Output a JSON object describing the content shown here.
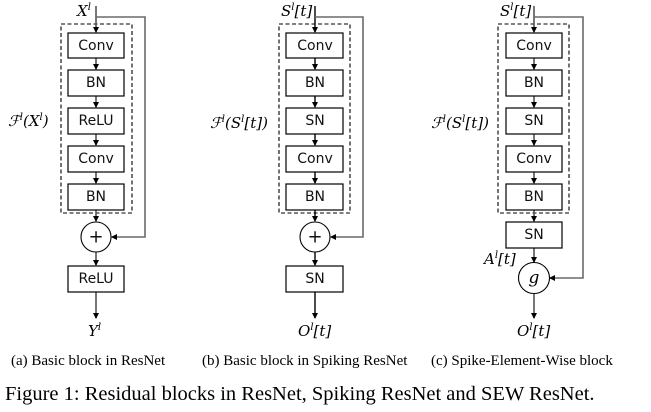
{
  "figure": {
    "caption": "Figure 1: Residual blocks in ResNet, Spiking ResNet and SEW ResNet.",
    "panels": [
      {
        "id": "a",
        "caption": "(a) Basic block in ResNet",
        "input": "X^l",
        "function_label": "F^l(X^l)",
        "layers": [
          "Conv",
          "BN",
          "ReLU",
          "Conv",
          "BN"
        ],
        "merge_op": "+",
        "post_merge_layer": "ReLU",
        "output": "Y^l"
      },
      {
        "id": "b",
        "caption": "(b) Basic block in Spiking ResNet",
        "input": "S^l[t]",
        "function_label": "F^l(S^l[t])",
        "layers": [
          "Conv",
          "BN",
          "SN",
          "Conv",
          "BN"
        ],
        "merge_op": "+",
        "post_merge_layer": "SN",
        "output": "O^l[t]"
      },
      {
        "id": "c",
        "caption": "(c) Spike-Element-Wise block",
        "input": "S^l[t]",
        "function_label": "F^l(S^l[t])",
        "layers": [
          "Conv",
          "BN",
          "SN",
          "Conv",
          "BN"
        ],
        "pre_merge_layer": "SN",
        "intermediate_label": "A^l[t]",
        "merge_op": "g",
        "output": "O^l[t]"
      }
    ]
  }
}
